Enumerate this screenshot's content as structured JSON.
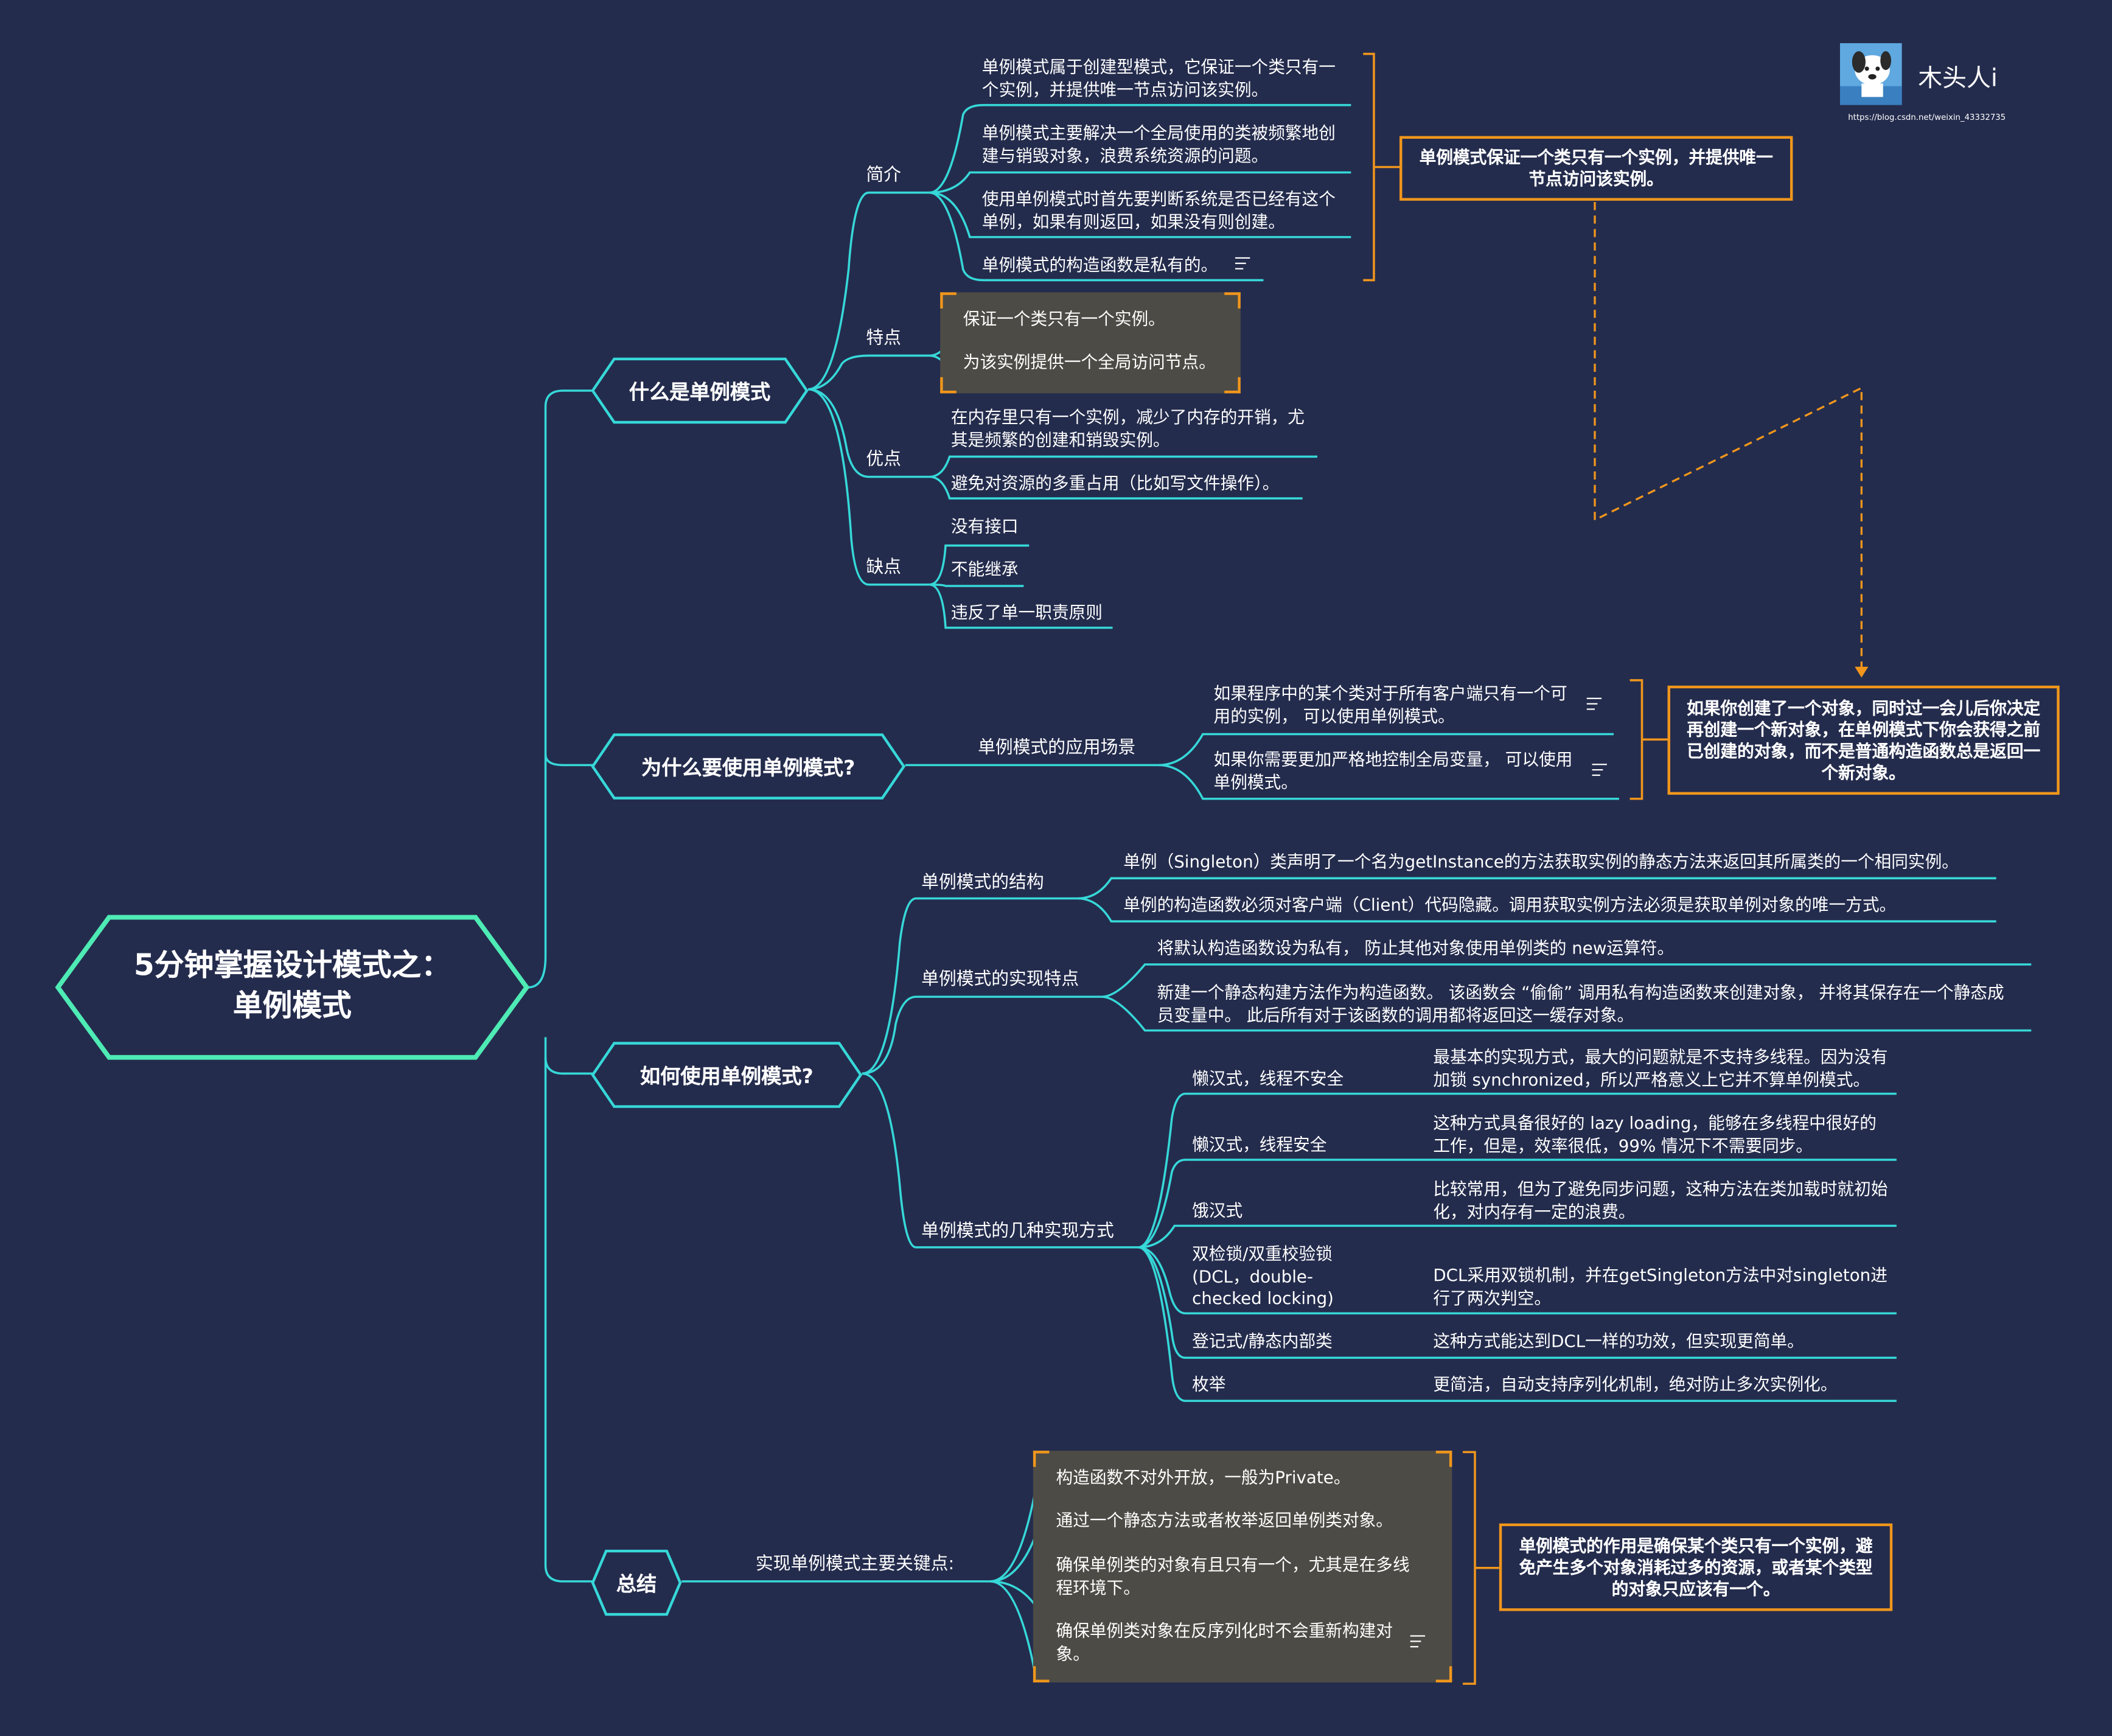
{
  "root": {
    "line1": "5分钟掌握设计模式之：",
    "line2": "单例模式"
  },
  "brand": {
    "name": "木头人i",
    "url": "https://blog.csdn.net/weixin_43332735"
  },
  "colors": {
    "background": "#242C4D",
    "branch": "#36D8D8",
    "root_border": "#4EEBB5",
    "accent": "#F0961C",
    "highlight_box": "#4D4B45"
  },
  "what": {
    "title": "什么是单例模式",
    "intro": {
      "label": "简介",
      "items": [
        "单例模式属于创建型模式，它保证一个类只有一个实例，并提供唯一节点访问该实例。",
        "单例模式主要解决一个全局使用的类被频繁地创建与销毁对象，浪费系统资源的问题。",
        "使用单例模式时首先要判断系统是否已经有这个单例，如果有则返回，如果没有则创建。",
        "单例模式的构造函数是私有的。"
      ]
    },
    "features": {
      "label": "特点",
      "items": [
        "保证一个类只有一个实例。",
        "为该实例提供一个全局访问节点。"
      ]
    },
    "pros": {
      "label": "优点",
      "items": [
        "在内存里只有一个实例，减少了内存的开销，尤其是频繁的创建和销毁实例。",
        "避免对资源的多重占用（比如写文件操作）。"
      ]
    },
    "cons": {
      "label": "缺点",
      "items": [
        "没有接口",
        "不能继承",
        "违反了单一职责原则"
      ]
    }
  },
  "why": {
    "title": "为什么要使用单例模式?",
    "scene": {
      "label": "单例模式的应用场景",
      "items": [
        "如果程序中的某个类对于所有客户端只有一个可用的实例， 可以使用单例模式。",
        "如果你需要更加严格地控制全局变量， 可以使用单例模式。"
      ]
    }
  },
  "how": {
    "title": "如何使用单例模式?",
    "structure": {
      "label": "单例模式的结构",
      "items": [
        "单例（Singleton）类声明了一个名为getInstance的方法获取实例的静态方法来返回其所属类的一个相同实例。",
        "单例的构造函数必须对客户端（Client）代码隐藏。调用获取实例方法必须是获取单例对象的唯一方式。"
      ]
    },
    "impl": {
      "label": "单例模式的实现特点",
      "items": [
        "将默认构造函数设为私有， 防止其他对象使用单例类的 new运算符。",
        "新建一个静态构建方法作为构造函数。 该函数会 “偷偷” 调用私有构造函数来创建对象， 并将其保存在一个静态成员变量中。 此后所有对于该函数的调用都将返回这一缓存对象。"
      ]
    },
    "ways": {
      "label": "单例模式的几种实现方式",
      "items": [
        {
          "name": "懒汉式，线程不安全",
          "desc": "最基本的实现方式，最大的问题就是不支持多线程。因为没有加锁 synchronized，所以严格意义上它并不算单例模式。"
        },
        {
          "name": "懒汉式，线程安全",
          "desc": "这种方式具备很好的 lazy loading，能够在多线程中很好的工作，但是，效率很低，99% 情况下不需要同步。"
        },
        {
          "name": "饿汉式",
          "desc": "比较常用，但为了避免同步问题，这种方法在类加载时就初始化，对内存有一定的浪费。"
        },
        {
          "name": "双检锁/双重校验锁(DCL，double-checked locking)",
          "desc": "DCL采用双锁机制，并在getSingleton方法中对singleton进行了两次判空。"
        },
        {
          "name": "登记式/静态内部类",
          "desc": "这种方式能达到DCL一样的功效，但实现更简单。"
        },
        {
          "name": "枚举",
          "desc": "更简洁，自动支持序列化机制，绝对防止多次实例化。"
        }
      ]
    }
  },
  "summary": {
    "title": "总结",
    "keypoints": {
      "label": "实现单例模式主要关键点:",
      "items": [
        "构造函数不对外开放，一般为Private。",
        "通过一个静态方法或者枚举返回单例类对象。",
        "确保单例类的对象有且只有一个，尤其是在多线程环境下。",
        "确保单例类对象在反序列化时不会重新构建对象。"
      ]
    }
  },
  "notes": {
    "intro_summary": "单例模式保证一个类只有一个实例，并提供唯一节点访问该实例。",
    "scene_summary": "如果你创建了一个对象，同时过一会儿后你决定再创建一个新对象，在单例模式下你会获得之前已创建的对象，而不是普通构造函数总是返回一个新对象。",
    "key_summary": "单例模式的作用是确保某个类只有一个实例，避免产生多个对象消耗过多的资源，或者某个类型的对象只应该有一个。"
  }
}
